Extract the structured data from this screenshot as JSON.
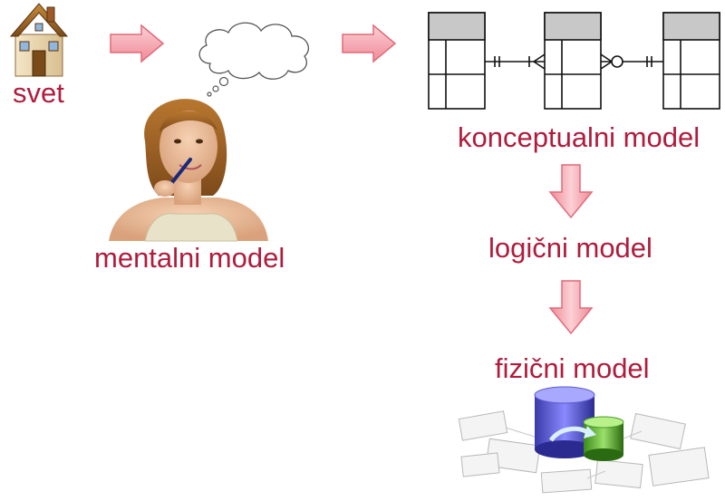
{
  "labels": {
    "world": "svet",
    "mental": "mentalni model",
    "conceptual": "konceptualni model",
    "logical": "logični model",
    "physical": "fizični model"
  },
  "icons": {
    "world": "house-icon",
    "thought": "thought-cloud-icon",
    "person": "thinking-woman-illustration",
    "er": "er-diagram-icon",
    "database": "database-icon"
  },
  "colors": {
    "label": "#b01c3c",
    "arrow_fill": "#f7a3ad",
    "arrow_stroke": "#e06b78",
    "table_header": "#c8c8c8"
  }
}
